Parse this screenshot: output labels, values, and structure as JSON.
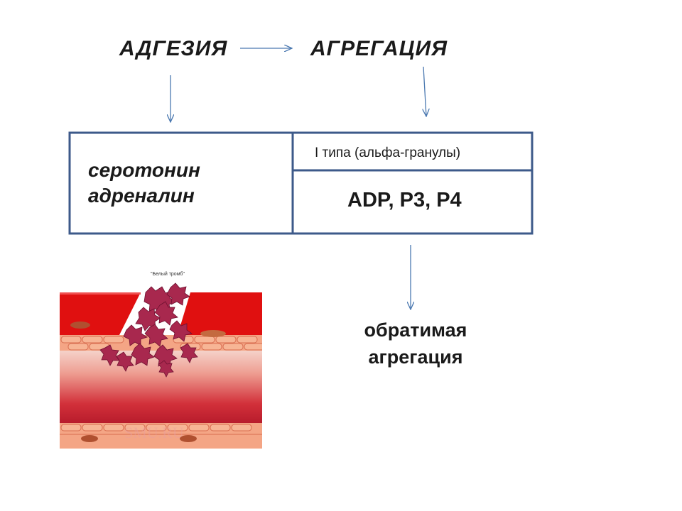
{
  "diagram": {
    "adhesion_label": "АДГЕЗИЯ",
    "aggregation_label": "АГРЕГАЦИЯ",
    "left_box": {
      "line1": "серотонин",
      "line2": "адреналин"
    },
    "right_box": {
      "top": "I типа (альфа-гранулы)",
      "bottom": "ADP, P3, P4"
    },
    "result": {
      "line1": "обратимая",
      "line2": "агрегация"
    }
  },
  "illustration": {
    "caption": "\"Белый тромб\""
  },
  "colors": {
    "arrow": "#4a78b0",
    "box_border": "#3d5a8a",
    "vessel_red": "#e01010",
    "platelet": "#a8284e"
  }
}
